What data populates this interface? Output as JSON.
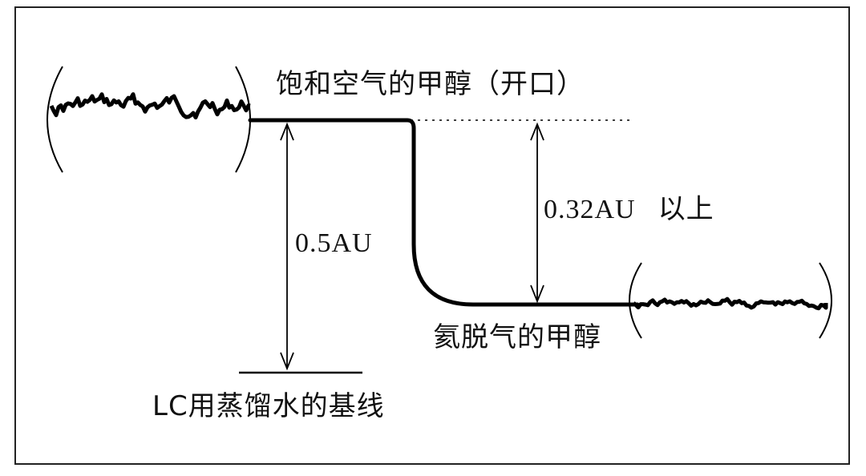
{
  "labels": {
    "saturated_air_methanol": "饱和空气的甲醇（开口）",
    "difference_value": "0.32AU",
    "difference_suffix": "以上",
    "total_value": "0.5AU",
    "degassed_methanol": "氦脱气的甲醇",
    "baseline": "LC用蒸馏水的基线"
  }
}
